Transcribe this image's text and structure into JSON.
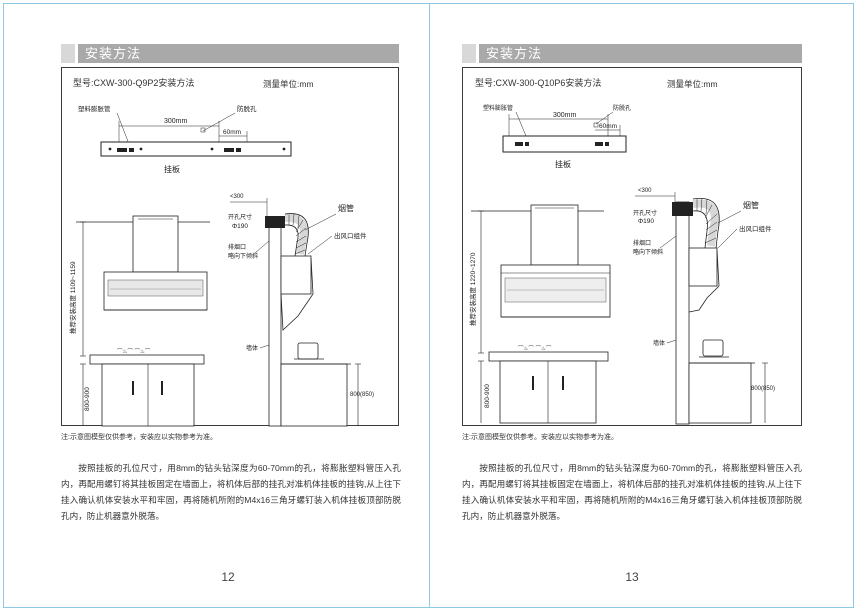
{
  "section_title": "安装方法",
  "pages": [
    {
      "page_number": "12",
      "model_title": "型号:CXW-300-Q9P2安装方法",
      "unit_label": "测量单位:mm",
      "labels": {
        "plastic_pipe": "塑料膨胀管",
        "anti_off_hole": "防脱孔",
        "dim_300": "300mm",
        "dim_60": "60mm",
        "hanging_plate": "挂板",
        "lt300": "<300",
        "hole_size_1": "开孔尺寸",
        "hole_size_2": "Φ190",
        "smoke_pipe": "烟管",
        "outlet_assembly": "出风口组件",
        "exhaust_1": "排烟口",
        "exhaust_2": "略向下倾斜",
        "wall": "墙体",
        "install_height": "推荐安装高度 1109~1159",
        "height_800_900": "800-900",
        "height_800_850": "800(850)"
      },
      "note": "注:示意图模型仅供参考，安装应以实物参考为准。",
      "paragraph": "按照挂板的孔位尺寸，用8mm的钻头钻深度为60-70mm的孔，将膨胀塑料管压入孔内，再配用螺钉将其挂板固定在墙面上，将机体后部的挂孔对准机体挂板的挂钩,从上往下挂入确认机体安装水平和牢固，再将随机所附的M4x16三角牙螺钉装入机体挂板顶部防脱孔内，防止机器意外脱落。"
    },
    {
      "page_number": "13",
      "model_title": "型号:CXW-300-Q10P6安装方法",
      "unit_label": "测量单位:mm",
      "labels": {
        "plastic_pipe": "塑料膨胀管",
        "anti_off_hole": "防脱孔",
        "dim_300": "300mm",
        "dim_60": "60mm",
        "hanging_plate": "挂板",
        "lt300": "<300",
        "hole_size_1": "开孔尺寸",
        "hole_size_2": "Φ190",
        "smoke_pipe": "烟管",
        "outlet_assembly": "出风口组件",
        "exhaust_1": "排烟口",
        "exhaust_2": "略向下倾斜",
        "wall": "墙体",
        "install_height": "推荐安装高度 1220~1270",
        "height_800_900": "800-900",
        "height_800_850": "800(850)"
      },
      "note": "注:示意图模型仅供参考。安装应以实物参考为准。",
      "paragraph": "按照挂板的孔位尺寸，用8mm的钻头钻深度为60-70mm的孔，将膨胀塑料管压入孔内，再配用螺钉将其挂板固定在墙面上，将机体后部的挂孔对准机体挂板的挂钩,从上往下挂入确认机体安装水平和牢固，再将随机所附的M4x16三角牙螺钉装入机体挂板顶部防脱孔内，防止机器意外脱落。"
    }
  ]
}
